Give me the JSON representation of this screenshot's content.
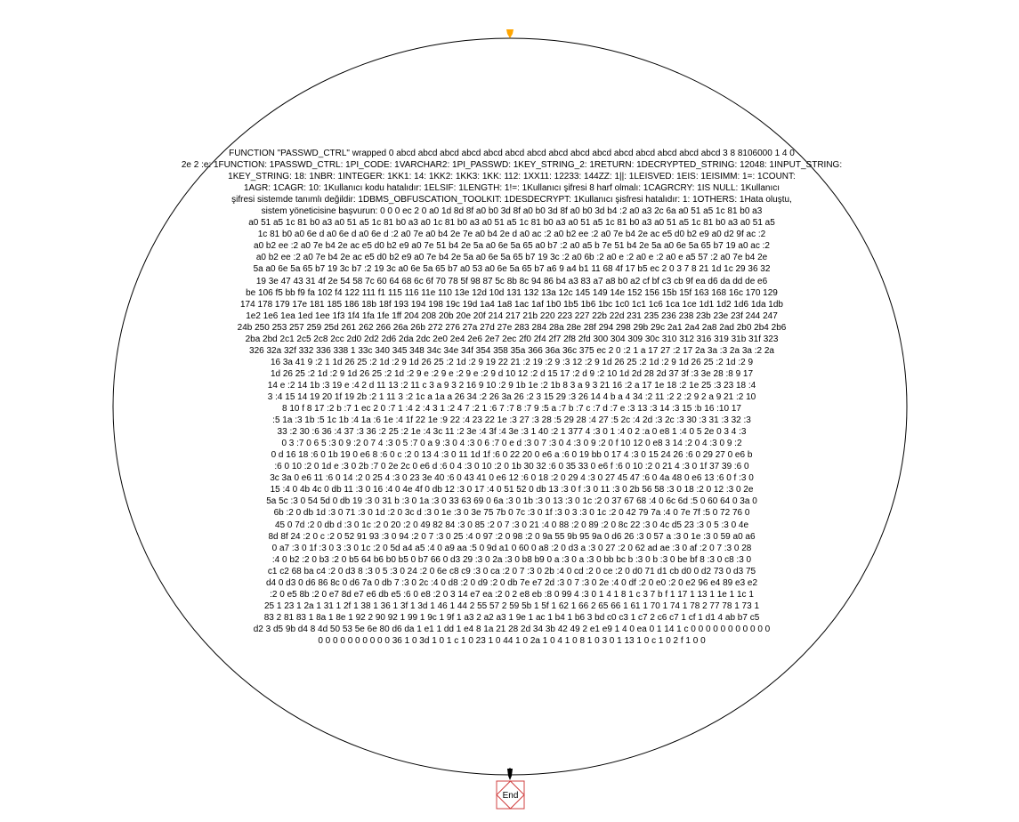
{
  "diagram": {
    "colors": {
      "ellipse_stroke": "#000000",
      "start_marker": "#ffa500",
      "end_box_stroke": "#d04040",
      "end_box_fill": "#ffffff",
      "arrow": "#000000"
    },
    "start_marker_icon": "down-arrow-marker",
    "node_lines": [
      "FUNCTION \"PASSWD_CTRL\" wrapped 0 abcd abcd abcd abcd abcd abcd abcd abcd abcd abcd abcd abcd abcd abcd abcd 3 8 8106000 1 4 0",
      "2e 2 :e: 1FUNCTION: 1PASSWD_CTRL: 1PI_CODE: 1VARCHAR2: 1PI_PASSWD: 1KEY_STRING_2: 1RETURN: 1DECRYPTED_STRING: 12048: 1INPUT_STRING:",
      "1KEY_STRING: 18: 1NBR: 1INTEGER: 1KK1: 14: 1KK2: 1KK3: 1KK: 112: 1XX11: 12233: 144ZZ: 1||: 1LEISVED: 1EIS: 1EISIMM: 1=: 1COUNT:",
      "1AGR: 1CAGR: 10: 1Kullanıcı kodu hatalıdır: 1ELSIF: 1LENGTH: 1!=: 1Kullanıcı şifresi 8 harf olmalı: 1CAGRCRY: 1IS NULL: 1Kullanıcı",
      "şifresi sistemde tanımlı değildir: 1DBMS_OBFUSCATION_TOOLKIT: 1DESDECRYPT: 1Kullanıcı şisfresi hatalıdır: 1: 1OTHERS: 1Hata oluştu,",
      "sistem yöneticisine başvurun: 0 0 0 ec 2 0 a0 1d 8d 8f a0 b0 3d 8f a0 b0 3d 8f a0 b0 3d b4 :2 a0 a3 2c 6a a0 51 a5 1c 81 b0 a3",
      "a0 51 a5 1c 81 b0 a3 a0 51 a5 1c 81 b0 a3 a0 1c 81 b0 a3 a0 51 a5 1c 81 b0 a3 a0 51 a5 1c 81 b0 a3 a0 51 a5 1c 81 b0 a3 a0 51 a5",
      "1c 81 b0 a0 6e d a0 6e d a0 6e d :2 a0 7e a0 b4 2e 7e a0 b4 2e d a0 ac :2 a0 b2 ee :2 a0 7e b4 2e ac e5 d0 b2 e9 a0 d2 9f ac :2",
      "a0 b2 ee :2 a0 7e b4 2e ac e5 d0 b2 e9 a0 7e 51 b4 2e 5a a0 6e 5a 65 a0 b7 :2 a0 a5 b 7e 51 b4 2e 5a a0 6e 5a 65 b7 19 a0 ac :2",
      "a0 b2 ee :2 a0 7e b4 2e ac e5 d0 b2 e9 a0 7e b4 2e 5a a0 6e 5a 65 b7 19 3c :2 a0 6b :2 a0 e :2 a0 e :2 a0 e a5 57 :2 a0 7e b4 2e",
      "5a a0 6e 5a 65 b7 19 3c b7 :2 19 3c a0 6e 5a 65 b7 a0 53 a0 6e 5a 65 b7 a6 9 a4 b1 11 68 4f 17 b5 ec 2 0 3 7 8 21 1d 1c 29 36 32",
      "19 3e 47 43 31 4f 2e 54 58 7c 60 64 68 6c 6f 70 78 5f 98 87 5c 8b 8c 94 86 b4 a3 83 a7 a8 b0 a2 cf bf c3 cb 9f ea d6 da dd de e6",
      "be 106 f5 bb f9 fa 102 f4 122 111 f1 115 116 11e 110 13e 12d 10d 131 132 13a 12c 145 149 14e 152 156 15b 15f 163 168 16c 170 129",
      "174 178 179 17e 181 185 186 18b 18f 193 194 198 19c 19d 1a4 1a8 1ac 1af 1b0 1b5 1b6 1bc 1c0 1c1 1c6 1ca 1ce 1d1 1d2 1d6 1da 1db",
      "1e2 1e6 1ea 1ed 1ee 1f3 1f4 1fa 1fe 1ff 204 208 20b 20e 20f 214 217 21b 220 223 227 22b 22d 231 235 236 238 23b 23e 23f 244 247",
      "24b 250 253 257 259 25d 261 262 266 26a 26b 272 276 27a 27d 27e 283 284 28a 28e 28f 294 298 29b 29c 2a1 2a4 2a8 2ad 2b0 2b4 2b6",
      "2ba 2bd 2c1 2c5 2c8 2cc 2d0 2d2 2d6 2da 2dc 2e0 2e4 2e6 2e7 2ec 2f0 2f4 2f7 2f8 2fd 300 304 309 30c 310 312 316 319 31b 31f 323",
      "326 32a 32f 332 336 338 1 33c 340 345 348 34c 34e 34f 354 358 35a 366 36a 36c 375 ec 2 0 :2 1 a 17 27 :2 17 2a 3a :3 2a 3a :2 2a",
      "16 3a 41 9 :2 1 1d 26 25 :2 1d :2 9 1d 26 25 :2 1d :2 9 19 22 21 :2 19 :2 9 :3 12 :2 9 1d 26 25 :2 1d :2 9 1d 26 25 :2 1d :2 9",
      "1d 26 25 :2 1d :2 9 1d 26 25 :2 1d :2 9 e :2 9 e :2 9 e :2 9 d 10 12 :2 d 15 17 :2 d 9 :2 10 1d 2d 28 2d 37 3f :3 3e 28 :8 9 17",
      "14 e :2 14 1b :3 19 e :4 2 d 11 13 :2 11 c 3 a 9 3 2 16 9 10 :2 9 1b 1e :2 1b 8 3 a 9 3 21 16 :2 a 17 1e 18 :2 1e 25 :3 23 18 :4",
      "3 :4 15 14 19 20 1f 19 2b :2 1 11 3 :2 1c a 1a a 26 34 :2 26 3a 26 :2 3 15 29 :3 26 14 4 b a 4 34 :2 11 :2 2 :2 9 2 a 9 21 :2 10",
      "8 10 f 8 17 :2 b :7 1 ec 2 0 :7 1 :4 2 :4 3 1 :2 4 7 :2 1 :6 7 :7 8 :7 9 :5 a :7 b :7 c :7 d :7 e :3 13 :3 14 :3 15 :b 16 :10 17",
      ":5 1a :3 1b :5 1c 1b :4 1a :6 1e :4 1f 22 1e :9 22 :4 23 22 1e :3 27 :3 28 :5 29 28 :4 27 :5 2c :4 2d :3 2c :3 30 :3 31 :3 32 :3",
      "33 :2 30 :6 36 :4 37 :3 36 :2 25 :2 1e :4 3c 11 :2 3e :4 3f :4 3e :3 1 40 :2 1 377 4 :3 0 1 :4 0 2 :a 0 e8 1 :4 0 5 2e 0 3 4 :3",
      "0 3 :7 0 6 5 :3 0 9 :2 0 7 4 :3 0 5 :7 0 a 9 :3 0 4 :3 0 6 :7 0 e d :3 0 7 :3 0 4 :3 0 9 :2 0 f 10 12 0 e8 3 14 :2 0 4 :3 0 9 :2",
      "0 d 16 18 :6 0 1b 19 0 e6 8 :6 0 c :2 0 13 4 :3 0 11 1d 1f :6 0 22 20 0 e6 a :6 0 19 bb 0 17 4 :3 0 15 24 26 :6 0 29 27 0 e6 b",
      ":6 0 10 :2 0 1d e :3 0 2b :7 0 2e 2c 0 e6 d :6 0 4 :3 0 10 :2 0 1b 30 32 :6 0 35 33 0 e6 f :6 0 10 :2 0 21 4 :3 0 1f 37 39 :6 0",
      "3c 3a 0 e6 11 :6 0 14 :2 0 25 4 :3 0 23 3e 40 :6 0 43 41 0 e6 12 :6 0 18 :2 0 29 4 :3 0 27 45 47 :6 0 4a 48 0 e6 13 :6 0 f :3 0",
      "15 :4 0 4b 4c 0 db 11 :3 0 16 :4 0 4e 4f 0 db 12 :3 0 17 :4 0 51 52 0 db 13 :3 0 f :3 0 11 :3 0 2b 56 58 :3 0 18 :2 0 12 :3 0 2e",
      "5a 5c :3 0 54 5d 0 db 19 :3 0 31 b :3 0 1a :3 0 33 63 69 0 6a :3 0 1b :3 0 13 :3 0 1c :2 0 37 67 68 :4 0 6c 6d :5 0 60 64 0 3a 0",
      "6b :2 0 db 1d :3 0 71 :3 0 1d :2 0 3c d :3 0 1e :3 0 3e 75 7b 0 7c :3 0 1f :3 0 3 :3 0 1c :2 0 42 79 7a :4 0 7e 7f :5 0 72 76 0",
      "45 0 7d :2 0 db d :3 0 1c :2 0 20 :2 0 49 82 84 :3 0 85 :2 0 7 :3 0 21 :4 0 88 :2 0 89 :2 0 8c 22 :3 0 4c d5 23 :3 0 5 :3 0 4e",
      "8d 8f 24 :2 0 c :2 0 52 91 93 :3 0 94 :2 0 7 :3 0 25 :4 0 97 :2 0 98 :2 0 9a 55 9b 95 9a 0 d6 26 :3 0 57 a :3 0 1e :3 0 59 a0 a6",
      "0 a7 :3 0 1f :3 0 3 :3 0 1c :2 0 5d a4 a5 :4 0 a9 aa :5 0 9d a1 0 60 0 a8 :2 0 d3 a :3 0 27 :2 0 62 ad ae :3 0 af :2 0 7 :3 0 28",
      ":4 0 b2 :2 0 b3 :2 0 b5 64 b6 b0 b5 0 b7 66 0 d3 29 :3 0 2a :3 0 b8 b9 0 a :3 0 a :3 0 bb bc b :3 0 b :3 0 be bf 8 :3 0 c8 :3 0",
      "c1 c2 68 ba c4 :2 0 d3 8 :3 0 5 :3 0 24 :2 0 6e c8 c9 :3 0 ca :2 0 7 :3 0 2b :4 0 cd :2 0 ce :2 0 d0 71 d1 cb d0 0 d2 73 0 d3 75",
      "d4 0 d3 0 d6 86 8c 0 d6 7a 0 db 7 :3 0 2c :4 0 d8 :2 0 d9 :2 0 db 7e e7 2d :3 0 7 :3 0 2e :4 0 df :2 0 e0 :2 0 e2 96 e4 89 e3 e2",
      ":2 0 e5 8b :2 0 e7 8d e7 e6 db e5 :6 0 e8 :2 0 3 14 e7 ea :2 0 2 e8 eb :8 0 99 4 :3 0 1 4 1 8 1 c 3 7 b f 1 17 1 13 1 1e 1 1c 1",
      "25 1 23 1 2a 1 31 1 2f 1 38 1 36 1 3f 1 3d 1 46 1 44 2 55 57 2 59 5b 1 5f 1 62 1 66 2 65 66 1 61 1 70 1 74 1 78 2 77 78 1 73 1",
      "83 2 81 83 1 8a 1 8e 1 92 2 90 92 1 99 1 9c 1 9f 1 a3 2 a2 a3 1 9e 1 ac 1 b4 1 b6 3 bd c0 c3 1 c7 2 c6 c7 1 cf 1 d1 4 ab b7 c5",
      "d2 3 d5 9b d4 8 4d 50 53 5e 6e 80 d6 da 1 e1 1 dd 1 e4 8 1a 21 28 2d 34 3b 42 49 2 e1 e9 1 4 0 ea 0 1 14 1 c 0 0 0 0 0 0 0 0 0 0 0",
      "0 0 0 0 0 0 0 0 0 0 36 1 0 3d 1 0 1 c 1 0 23 1 0 44 1 0 2a 1 0 4 1 0 8 1 0 3 0 1 13 1 0 c 1 0 2 f 1 0 0"
    ],
    "end_node": {
      "label": "End"
    }
  }
}
